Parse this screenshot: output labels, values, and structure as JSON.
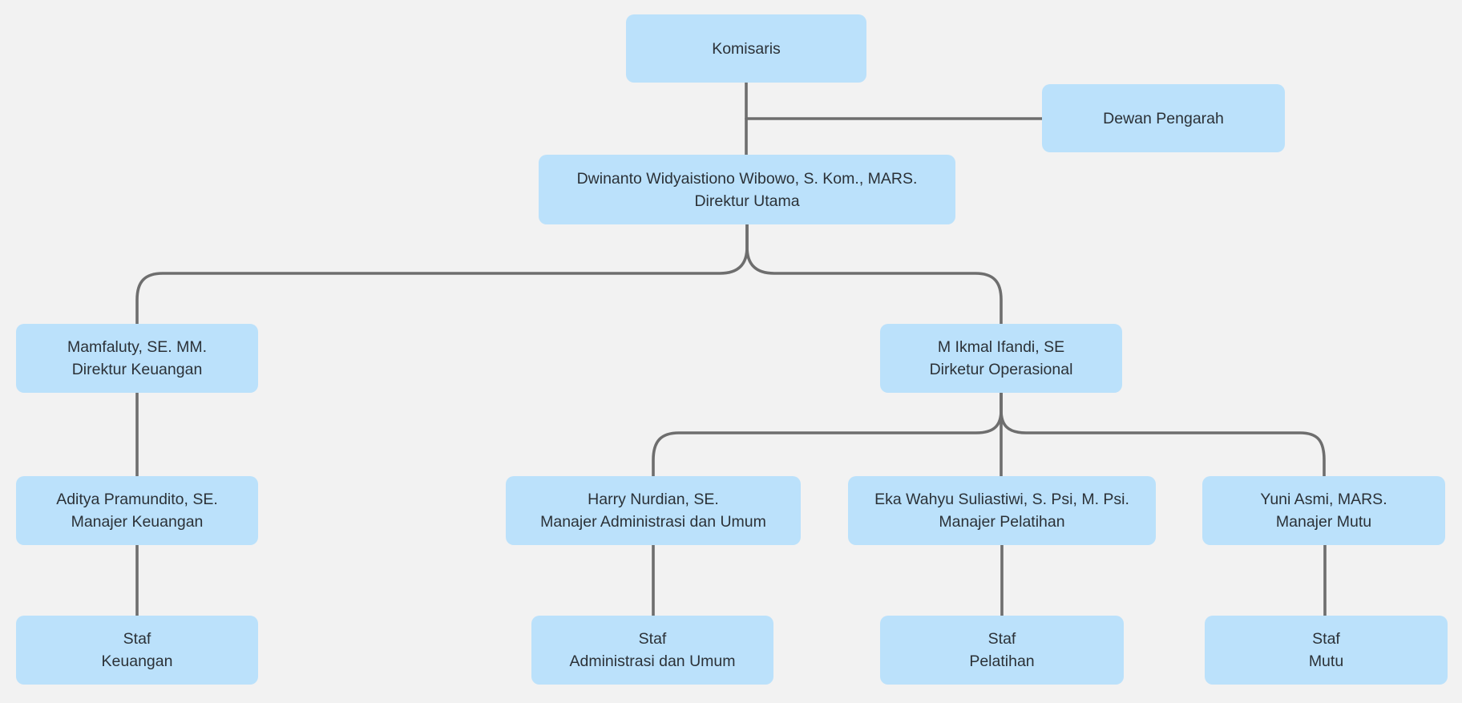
{
  "diagram": {
    "type": "org-chart",
    "background": "#f2f2f2",
    "node_fill": "#bbe1fb",
    "node_text_color": "#2b3137",
    "edge_color": "#6e6e6e",
    "nodes": {
      "komisaris": {
        "line1": "Komisaris",
        "line2": ""
      },
      "dewan_pengarah": {
        "line1": "Dewan Pengarah",
        "line2": ""
      },
      "direktur_utama": {
        "line1": "Dwinanto Widyaistiono Wibowo, S. Kom., MARS.",
        "line2": "Direktur Utama"
      },
      "direktur_keuangan": {
        "line1": "Mamfaluty, SE. MM.",
        "line2": "Direktur Keuangan"
      },
      "direktur_operasional": {
        "line1": "M Ikmal Ifandi, SE",
        "line2": "Dirketur Operasional"
      },
      "manajer_keuangan": {
        "line1": "Aditya Pramundito, SE.",
        "line2": "Manajer Keuangan"
      },
      "manajer_administrasi": {
        "line1": "Harry Nurdian, SE.",
        "line2": "Manajer Administrasi dan Umum"
      },
      "manajer_pelatihan": {
        "line1": "Eka Wahyu Suliastiwi, S. Psi, M. Psi.",
        "line2": "Manajer Pelatihan"
      },
      "manajer_mutu": {
        "line1": "Yuni Asmi, MARS.",
        "line2": "Manajer Mutu"
      },
      "staf_keuangan": {
        "line1": "Staf",
        "line2": "Keuangan"
      },
      "staf_administrasi": {
        "line1": "Staf",
        "line2": "Administrasi dan Umum"
      },
      "staf_pelatihan": {
        "line1": "Staf",
        "line2": "Pelatihan"
      },
      "staf_mutu": {
        "line1": "Staf",
        "line2": "Mutu"
      }
    }
  }
}
